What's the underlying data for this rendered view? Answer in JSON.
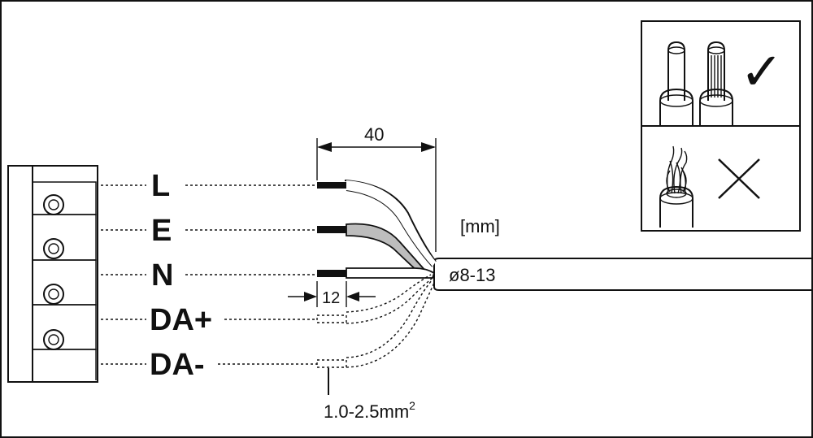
{
  "terminals": [
    {
      "label": "L"
    },
    {
      "label": "E"
    },
    {
      "label": "N"
    },
    {
      "label": "DA+"
    },
    {
      "label": "DA-"
    }
  ],
  "dimensions": {
    "strip_length": "40",
    "insulation_strip": "12",
    "unit": "[mm]",
    "cable_diameter": "ø8-13",
    "wire_cross_section": "1.0-2.5mm",
    "wire_cross_section_exp": "2"
  },
  "checkmark_glyph": "✓"
}
